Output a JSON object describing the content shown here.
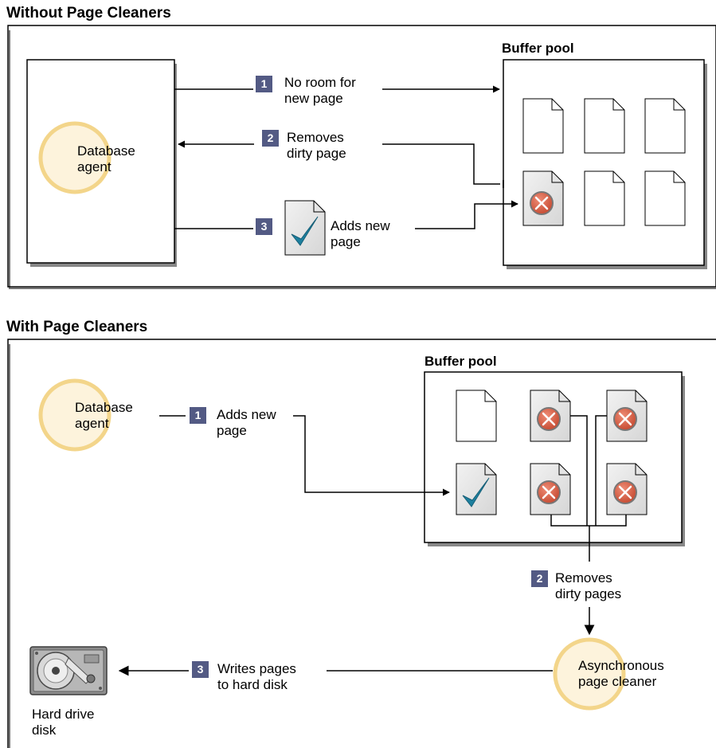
{
  "top": {
    "title": "Without Page Cleaners",
    "pool_title": "Buffer pool",
    "agent_label": "Database\nagent",
    "steps": [
      {
        "num": "1",
        "text": "No room for\nnew page"
      },
      {
        "num": "2",
        "text": "Removes\ndirty page"
      },
      {
        "num": "3",
        "text": "Adds new\npage"
      }
    ]
  },
  "bottom": {
    "title": "With Page Cleaners",
    "pool_title": "Buffer pool",
    "agent_label": "Database\nagent",
    "cleaner_label": "Asynchronous\npage cleaner",
    "disk_label": "Hard drive\ndisk",
    "steps": [
      {
        "num": "1",
        "text": "Adds new\npage"
      },
      {
        "num": "2",
        "text": "Removes\ndirty pages"
      },
      {
        "num": "3",
        "text": "Writes pages\nto hard disk"
      }
    ]
  },
  "colors": {
    "badge": "#535a84",
    "agent_ring": "#f3d58a",
    "agent_fill": "#fdf3dc",
    "dirty_mark": "#cf5b45",
    "check": "#1c7f9e",
    "page_shaded": "#e4e4e4"
  },
  "icons": [
    "page-icon",
    "dirty-page-icon",
    "new-page-icon",
    "hard-drive-icon",
    "agent-circle-icon"
  ]
}
